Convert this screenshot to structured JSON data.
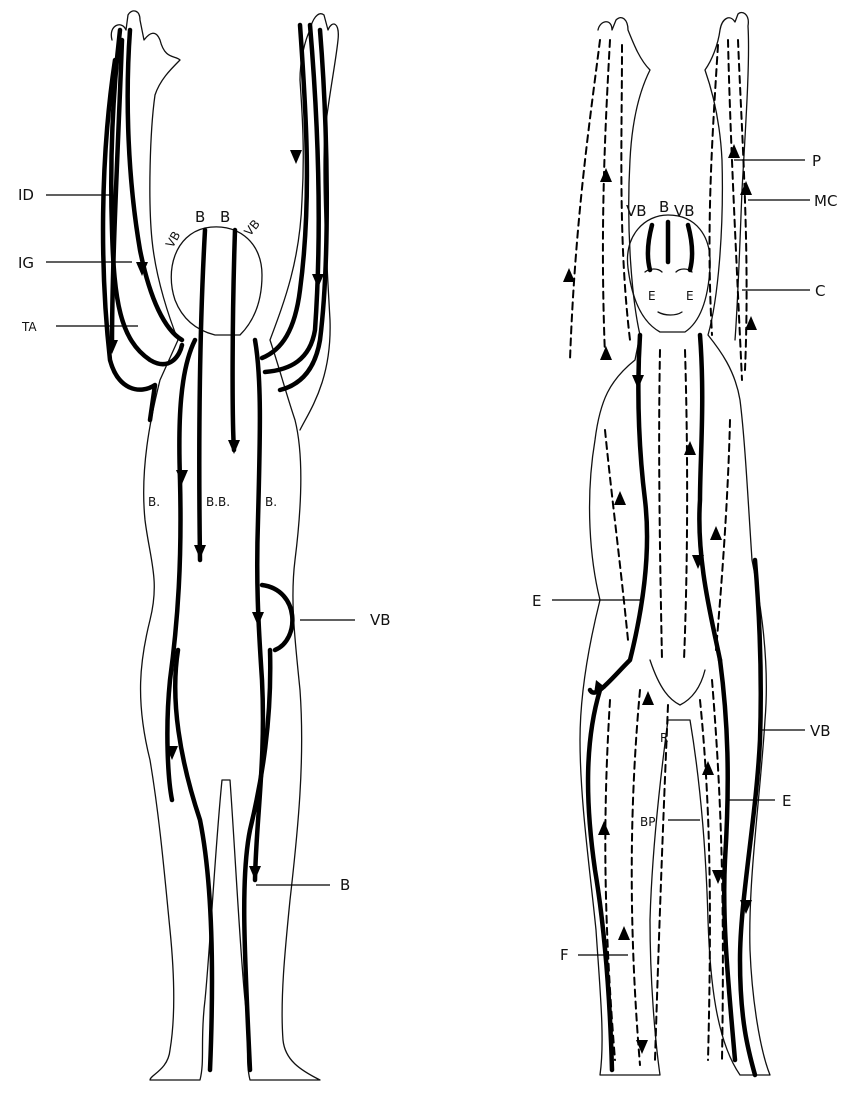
{
  "figures": [
    {
      "id": "back-view",
      "labels": {
        "id": "ID",
        "ig": "IG",
        "ta": "TA",
        "b_head_1": "B",
        "b_head_2": "B",
        "vb_head_left": "VB",
        "vb_head_right": "VB",
        "b_back_left": "B.",
        "bb_back_mid": "B.B.",
        "b_back_right": "B.",
        "vb_hip": "VB",
        "b_leg": "B"
      }
    },
    {
      "id": "front-view",
      "labels": {
        "vb_head_left": "VB",
        "b_head": "B",
        "vb_head_right": "VB",
        "p": "P",
        "mc": "MC",
        "c": "C",
        "e_face_left": "E",
        "e_face_right": "E",
        "e_torso": "E",
        "r": "R",
        "vb_leg": "VB",
        "e_leg": "E",
        "bp": "BP",
        "f": "F"
      }
    }
  ]
}
